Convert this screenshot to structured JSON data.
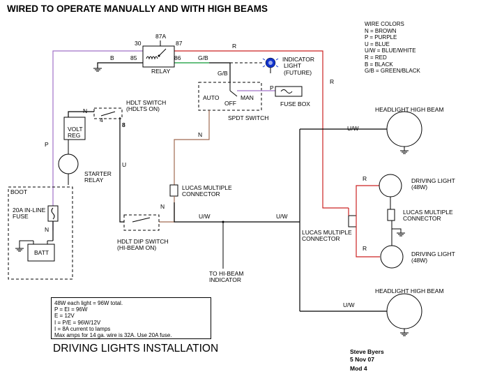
{
  "title": "WIRED TO OPERATE MANUALLY AND WITH HIGH BEAMS",
  "subtitle": "DRIVING LIGHTS INSTALLATION",
  "author": {
    "name": "Steve Byers",
    "date": "5 Nov 07",
    "mod": "Mod 4"
  },
  "wire_colors": {
    "heading": "WIRE COLORS",
    "entries": [
      "N = BROWN",
      "P = PURPLE",
      "U = BLUE",
      "U/W = BLUE/WHITE",
      "R = RED",
      "B = BLACK",
      "G/B = GREEN/BLACK"
    ]
  },
  "components": {
    "relay": "RELAY",
    "indicator": [
      "INDICATOR",
      "LIGHT",
      "(FUTURE)"
    ],
    "fuse_box": "FUSE BOX",
    "spdt": "SPDT SWITCH",
    "spdt_auto": "AUTO",
    "spdt_off": "OFF",
    "spdt_man": "MAN",
    "hdlt_switch": [
      "HDLT SWITCH",
      "(HDLTS ON)"
    ],
    "volt_reg": [
      "VOLT",
      "REG"
    ],
    "starter_relay": [
      "STARTER",
      "RELAY"
    ],
    "boot": "BOOT",
    "inline_fuse": [
      "20A IN-LINE",
      "FUSE"
    ],
    "batt": "BATT",
    "lucas_1": [
      "LUCAS MULTIPLE",
      "CONNECTOR"
    ],
    "lucas_2": [
      "LUCAS MULTIPLE",
      "CONNECTOR"
    ],
    "lucas_3": [
      "LUCAS MULTIPLE",
      "CONNECTOR"
    ],
    "dip_switch": [
      "HDLT DIP SWITCH",
      "(HI-BEAM ON)"
    ],
    "hi_beam_ind": [
      "TO HI-BEAM",
      "INDICATOR"
    ],
    "headlight_top": "HEADLIGHT HIGH BEAM",
    "headlight_bottom": "HEADLIGHT HIGH BEAM",
    "driving_top": [
      "DRIVING LIGHT",
      "(48W)"
    ],
    "driving_bottom": [
      "DRIVING LIGHT",
      "(48W)"
    ]
  },
  "pins": {
    "p30": "30",
    "p87a": "87A",
    "p87": "87",
    "p85": "85",
    "p86": "86",
    "p4": "4",
    "p8": "8"
  },
  "wire_labels": {
    "b": "B",
    "r_top": "R",
    "gb": "G/B",
    "gb2": "G/B",
    "p_fuse": "P",
    "r_right": "R",
    "n_hdlt": "N",
    "p_left": "P",
    "u": "U",
    "n_mid": "N",
    "n_dip": "N",
    "n_boot": "N",
    "uw1": "U/W",
    "uw2": "U/W",
    "uw_top": "U/W",
    "uw_bottom": "U/W",
    "r_d1": "R",
    "r_d2": "R"
  },
  "calculation": [
    "48W each light = 96W total.",
    "P = EI = 96W",
    "E = 12V",
    "I = P/E = 96W/12V",
    "I = 8A current to lamps",
    "Max amps for 14 ga. wire is 32A.  Use 20A fuse."
  ],
  "colors": {
    "purple": "#a070c8",
    "red": "#cc2222",
    "brown": "#a06a50",
    "green": "#33aa55",
    "black": "#000000",
    "indicator_blue": "#1133cc"
  }
}
